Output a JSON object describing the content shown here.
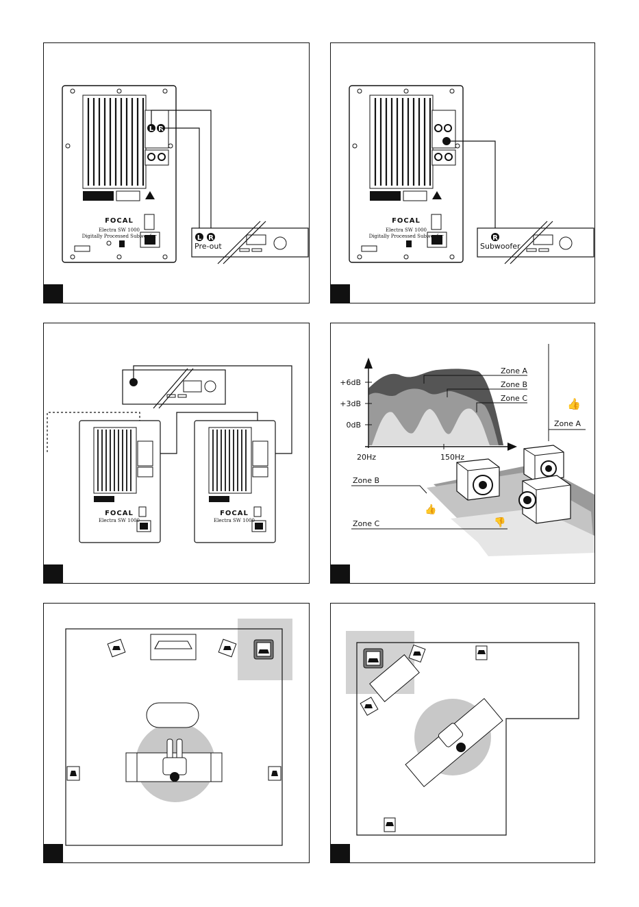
{
  "product": {
    "brand": "FOCAL",
    "model": "Electra SW 1000",
    "subtitle": "Digitally Processed Subwoofer"
  },
  "panel1": {
    "left_connector": "L",
    "right_connector": "R",
    "receiver_label": "Pre-out"
  },
  "panel2": {
    "connector": "R",
    "receiver_label": "Subwoofer"
  },
  "panel4": {
    "y_ticks": [
      "+6dB",
      "+3dB",
      "0dB"
    ],
    "x_ticks": [
      "20Hz",
      "150Hz"
    ],
    "zones": [
      "Zone A",
      "Zone B",
      "Zone C"
    ],
    "zone_a_side": "Zone A",
    "zone_b_side": "Zone B",
    "zone_c_side": "Zone C"
  },
  "colors": {
    "zone_a": "#555555",
    "zone_b": "#9a9a9a",
    "zone_c": "#dedede",
    "listening_area": "#c8c8c8"
  }
}
